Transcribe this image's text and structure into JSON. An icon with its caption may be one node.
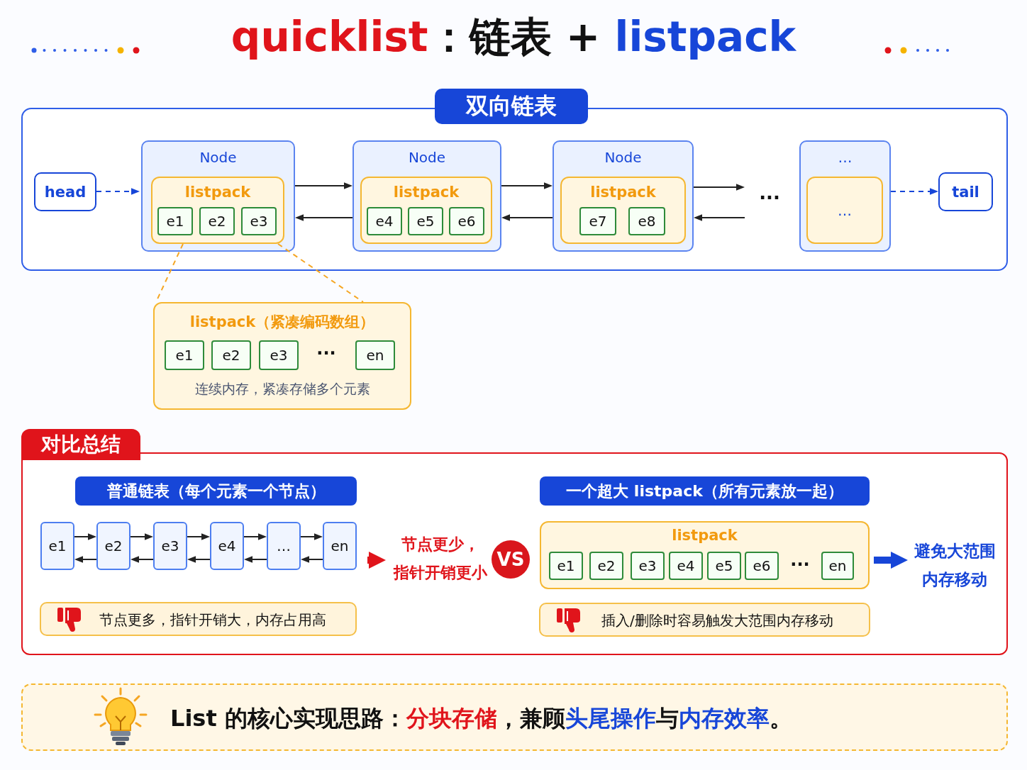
{
  "diagram": {
    "title": "**quicklist**：链表 + *listpack*",
    "nodes": [
      {
        "text": [
          "双向链表"
        ]
      },
      {
        "text": [
          "head"
        ],
        "in": 0
      },
      {
        "text": [
          "Node"
        ],
        "in": 0
      },
      {
        "text": [
          "listpack"
        ],
        "in": 2
      },
      {
        "text": [
          "e1"
        ],
        "in": 3
      },
      {
        "text": [
          "e2"
        ],
        "in": 3
      },
      {
        "text": [
          "e3"
        ],
        "in": 3
      },
      {
        "text": [
          "Node"
        ],
        "in": 0
      },
      {
        "text": [
          "listpack"
        ],
        "in": 7
      },
      {
        "text": [
          "e4"
        ],
        "in": 8
      },
      {
        "text": [
          "e5"
        ],
        "in": 8
      },
      {
        "text": [
          "e6"
        ],
        "in": 8
      },
      {
        "text": [
          "Node"
        ],
        "in": 0
      },
      {
        "text": [
          "listpack"
        ],
        "in": 12
      },
      {
        "text": [
          "e7"
        ],
        "in": 13
      },
      {
        "text": [
          "e8"
        ],
        "in": 13
      },
      {
        "text": [
          "···"
        ],
        "in": 0
      },
      {
        "text": [
          "…"
        ],
        "in": 0
      },
      {
        "text": [
          "…"
        ],
        "in": 17
      },
      {
        "text": [
          "tail"
        ],
        "in": 0
      },
      {
        "text": [
          "listpack（紧凑编码数组）",
          "连续内存，紧凑存储多个元素"
        ]
      },
      {
        "text": [
          "e1"
        ],
        "in": 20
      },
      {
        "text": [
          "e2"
        ],
        "in": 20
      },
      {
        "text": [
          "e3"
        ],
        "in": 20
      },
      {
        "text": [
          "en"
        ],
        "in": 20
      },
      {
        "text": [
          "对比总结"
        ]
      },
      {
        "text": [
          "普通链表（每个元素一个节点）"
        ],
        "in": 25
      },
      {
        "text": [
          "e1"
        ],
        "in": 25
      },
      {
        "text": [
          "e2"
        ],
        "in": 25
      },
      {
        "text": [
          "e3"
        ],
        "in": 25
      },
      {
        "text": [
          "e4"
        ],
        "in": 25
      },
      {
        "text": [
          "…"
        ],
        "in": 25
      },
      {
        "text": [
          "en"
        ],
        "in": 25
      },
      {
        "text": [
          "节点更多，指针开销大，内存占用高"
        ],
        "in": 25
      },
      {
        "text": [
          "节点更少，指针开销更小"
        ],
        "in": 25
      },
      {
        "text": [
          "VS"
        ],
        "in": 25
      },
      {
        "text": [
          "一个超大 listpack（所有元素放一起）"
        ],
        "in": 25
      },
      {
        "text": [
          "listpack"
        ],
        "in": 25
      },
      {
        "text": [
          "e1"
        ],
        "in": 37
      },
      {
        "text": [
          "e2"
        ],
        "in": 37
      },
      {
        "text": [
          "e3"
        ],
        "in": 37
      },
      {
        "text": [
          "e4"
        ],
        "in": 37
      },
      {
        "text": [
          "e5"
        ],
        "in": 37
      },
      {
        "text": [
          "e6"
        ],
        "in": 37
      },
      {
        "text": [
          "en"
        ],
        "in": 37
      },
      {
        "text": [
          "避免大范围内存移动"
        ],
        "in": 25
      },
      {
        "text": [
          "插入/删除时容易触发大范围内存移动"
        ],
        "in": 25
      },
      {
        "text": [
          "List 的核心实现思路：**分块存储**，兼顾**头尾操作**与**内存效率**。"
        ]
      }
    ],
    "edges": [
      {
        "from": 1,
        "to": 2,
        "arrow": "to",
        "style": "dashed",
        "color": "#1746d8"
      },
      {
        "from": 2,
        "to": 7,
        "arrow": "to"
      },
      {
        "from": 7,
        "to": 2,
        "arrow": "to"
      },
      {
        "from": 7,
        "to": 12,
        "arrow": "to"
      },
      {
        "from": 12,
        "to": 7,
        "arrow": "to"
      },
      {
        "from": 12,
        "to": 16,
        "arrow": "to"
      },
      {
        "from": 16,
        "to": 12,
        "arrow": "to"
      },
      {
        "from": 17,
        "to": 19,
        "arrow": "to",
        "style": "dashed",
        "color": "#1746d8"
      },
      {
        "from": 3,
        "to": 20,
        "arrow": "none",
        "style": "dashed",
        "color": "#f5a623"
      },
      {
        "from": 3,
        "to": 20,
        "arrow": "none",
        "style": "dashed",
        "color": "#f5a623"
      },
      {
        "from": 27,
        "to": 28,
        "arrow": "to"
      },
      {
        "from": 28,
        "to": 27,
        "arrow": "to"
      },
      {
        "from": 28,
        "to": 29,
        "arrow": "to"
      },
      {
        "from": 29,
        "to": 28,
        "arrow": "to"
      },
      {
        "from": 29,
        "to": 30,
        "arrow": "to"
      },
      {
        "from": 30,
        "to": 29,
        "arrow": "to"
      },
      {
        "from": 30,
        "to": 31,
        "arrow": "to"
      },
      {
        "from": 31,
        "to": 30,
        "arrow": "to"
      },
      {
        "from": 31,
        "to": 32,
        "arrow": "to"
      },
      {
        "from": 32,
        "to": 31,
        "arrow": "to"
      },
      {
        "from": 32,
        "to": 34,
        "arrow": "to",
        "style": "thick",
        "color": "#e0141b"
      },
      {
        "from": 37,
        "to": 45,
        "arrow": "to",
        "style": "thick",
        "color": "#1746d8"
      }
    ],
    "labels": [
      "···",
      "···"
    ]
  }
}
